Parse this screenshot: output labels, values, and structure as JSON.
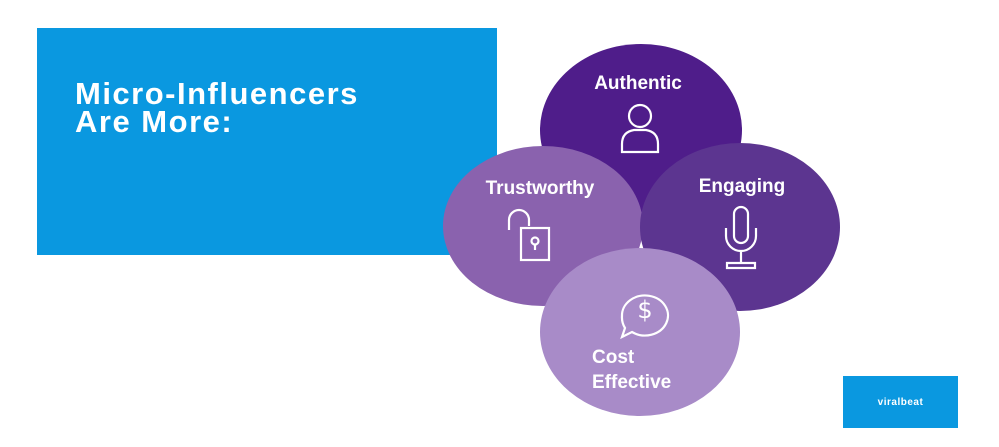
{
  "title": {
    "line1": "Micro-Influencers",
    "line2": "Are More:"
  },
  "qualities": [
    {
      "label": "Authentic",
      "icon": "person-icon",
      "color": "#4f1d8a"
    },
    {
      "label": "Trustworthy",
      "icon": "unlocked-padlock-icon",
      "color": "#8a62ae"
    },
    {
      "label": "Engaging",
      "icon": "microphone-icon",
      "color": "#5c3590"
    },
    {
      "label_line1": "Cost",
      "label_line2": "Effective",
      "icon": "dollar-speech-bubble-icon",
      "color": "#a88bc8"
    }
  ],
  "logo": "viralbeat",
  "colors": {
    "banner": "#0a98e0"
  }
}
